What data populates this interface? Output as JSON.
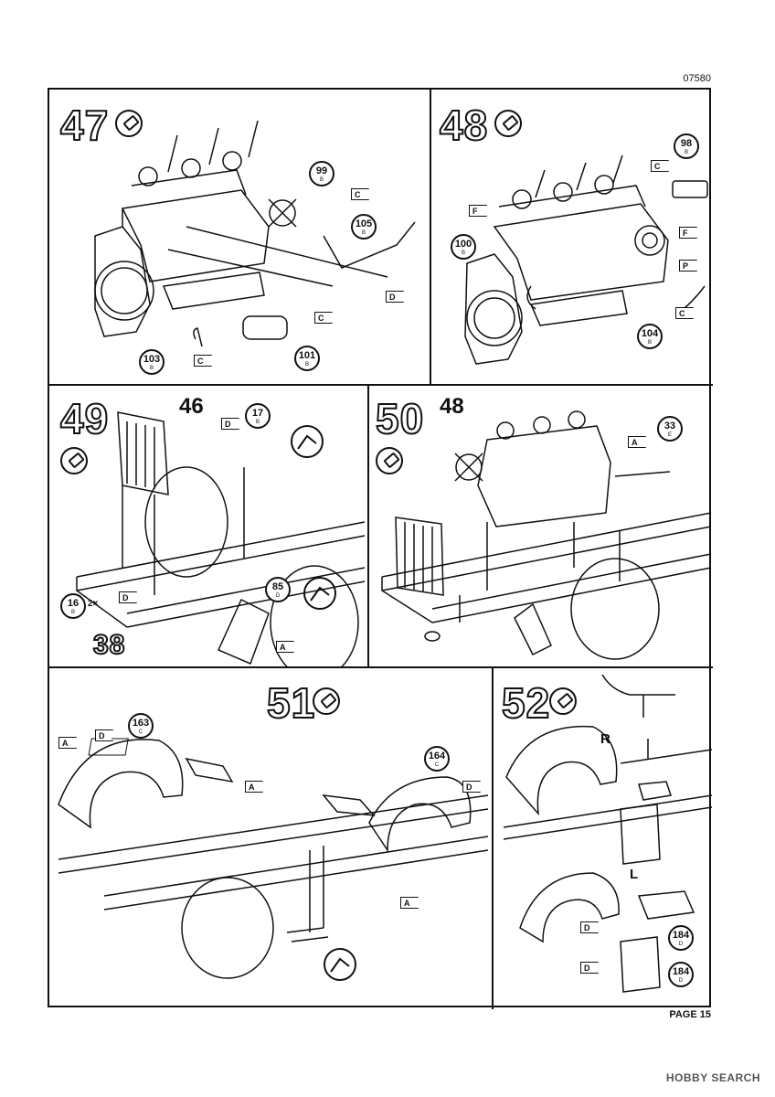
{
  "header": {
    "code": "07580"
  },
  "footer": {
    "page_label": "PAGE 15",
    "watermark": "HOBBY SEARCH"
  },
  "steps": {
    "s47": {
      "number": "47"
    },
    "s48": {
      "number": "48"
    },
    "s49": {
      "number": "49",
      "ref": "46"
    },
    "s50": {
      "number": "50",
      "ref": "48"
    },
    "s51": {
      "number": "51"
    },
    "s52": {
      "number": "52"
    }
  },
  "parts": {
    "p99": {
      "n": "99",
      "s": "B"
    },
    "p105": {
      "n": "105",
      "s": "B"
    },
    "p103": {
      "n": "103",
      "s": "B"
    },
    "p101": {
      "n": "101",
      "s": "B"
    },
    "p98": {
      "n": "98",
      "s": "B"
    },
    "p100": {
      "n": "100",
      "s": "B"
    },
    "p104": {
      "n": "104",
      "s": "B"
    },
    "p17": {
      "n": "17",
      "s": "B"
    },
    "p16": {
      "n": "16",
      "s": "B"
    },
    "p85": {
      "n": "85",
      "s": "D"
    },
    "p33": {
      "n": "33",
      "s": "E"
    },
    "p163": {
      "n": "163",
      "s": "C"
    },
    "p164": {
      "n": "164",
      "s": "C"
    },
    "p184a": {
      "n": "184",
      "s": "D"
    },
    "p184b": {
      "n": "184",
      "s": "D"
    }
  },
  "tags": {
    "t47c1": "C",
    "t47c2": "C",
    "t47c3": "C",
    "t47d": "D",
    "t48c1": "C",
    "t48c2": "C",
    "t48f1": "F",
    "t48f2": "F",
    "t48p": "P",
    "t49d1": "D",
    "t49d2": "D",
    "t49a": "A",
    "t50a": "A",
    "t51a1": "A",
    "t51a2": "A",
    "t51a3": "A",
    "t51d1": "D",
    "t51d2": "D",
    "t52d1": "D",
    "t52d2": "D"
  },
  "labels": {
    "qty16": "2×",
    "big38": "38",
    "side_r": "R",
    "side_l": "L"
  },
  "icons": {
    "glue": "glue-tube-icon",
    "rotate": "rotate-arrow-icon"
  }
}
